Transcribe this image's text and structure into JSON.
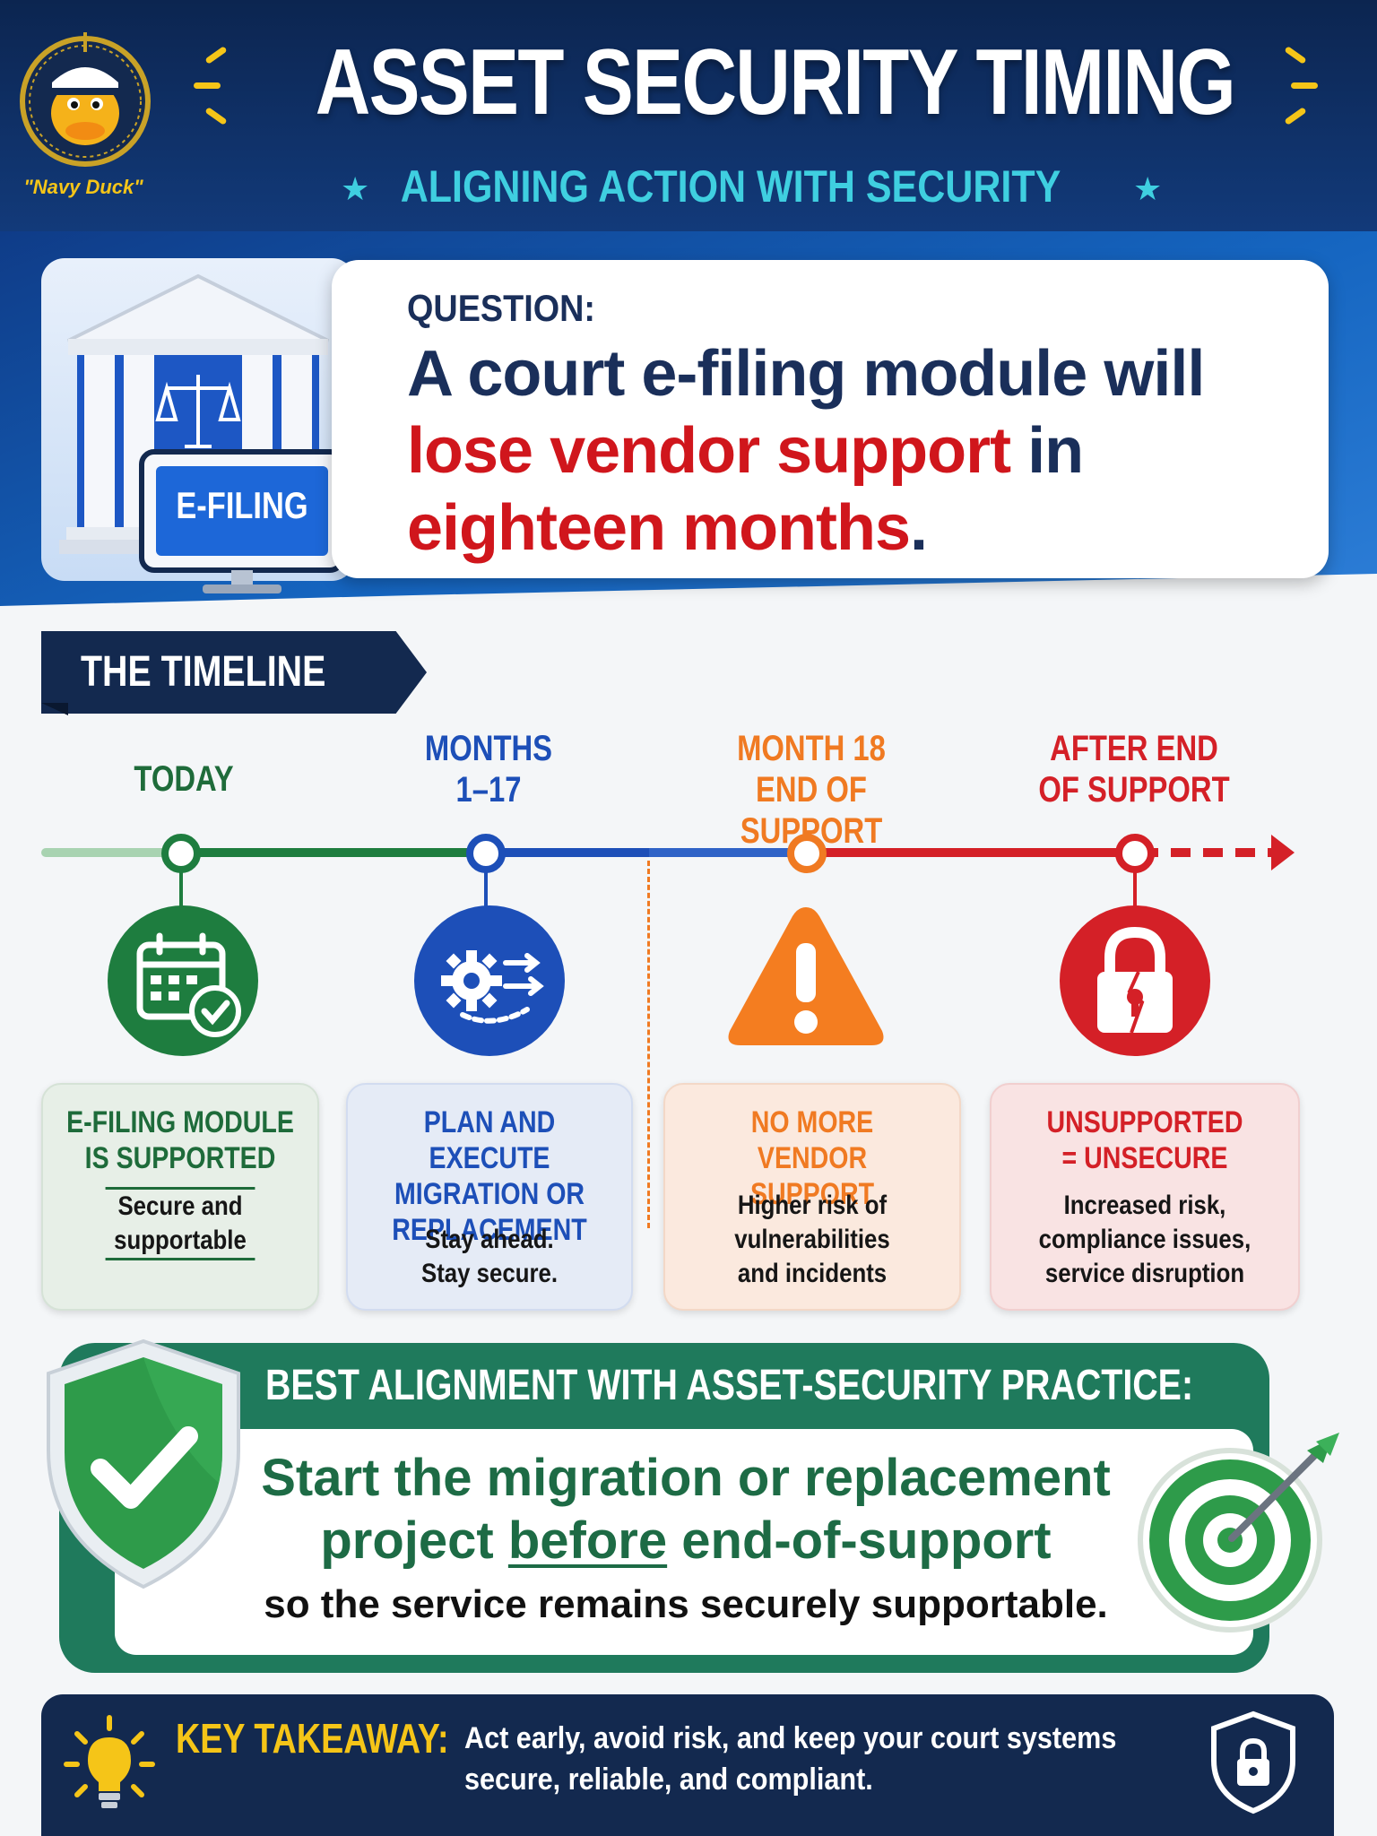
{
  "header": {
    "title": "ASSET SECURITY TIMING",
    "subtitle": "ALIGNING ACTION WITH SECURITY",
    "mascot_caption": "\"Navy Duck\""
  },
  "question": {
    "label": "QUESTION:",
    "text_part1": "A court e-filing module will ",
    "text_highlight": "lose vendor support",
    "text_part2": " in ",
    "text_highlight2": "eighteen months",
    "text_end": ".",
    "screen_label": "E-FILING"
  },
  "timeline": {
    "heading": "THE TIMELINE",
    "phases": [
      {
        "label_line1": "TODAY",
        "label_line2": "",
        "icon": "calendar-check-icon",
        "color": "#1e7d3f",
        "card_title": "E-FILING MODULE IS SUPPORTED",
        "card_body": "Secure and supportable"
      },
      {
        "label_line1": "MONTHS",
        "label_line2": "1–17",
        "icon": "gear-arrows-icon",
        "color": "#1d4fb8",
        "card_title": "PLAN AND EXECUTE MIGRATION OR REPLACEMENT",
        "card_body": "Stay ahead. Stay secure."
      },
      {
        "label_line1": "MONTH 18",
        "label_line2": "END OF SUPPORT",
        "icon": "warning-icon",
        "color": "#f07a22",
        "card_title": "NO MORE VENDOR SUPPORT",
        "card_body": "Higher risk of vulnerabilities and incidents"
      },
      {
        "label_line1": "AFTER END",
        "label_line2": "OF SUPPORT",
        "icon": "broken-lock-icon",
        "color": "#d42027",
        "card_title": "UNSUPPORTED = UNSECURE",
        "card_body": "Increased risk, compliance issues, service disruption"
      }
    ]
  },
  "best_practice": {
    "heading": "BEST ALIGNMENT WITH ASSET-SECURITY PRACTICE:",
    "line1": "Start the migration or replacement",
    "line2_pre": "project ",
    "line2_em": "before",
    "line2_post": " end-of-support",
    "line3": "so the service remains securely supportable."
  },
  "takeaway": {
    "label": "KEY TAKEAWAY:",
    "text": "Act early, avoid risk, and keep your court systems secure, reliable, and compliant."
  },
  "colors": {
    "navy": "#13294f",
    "accent_teal": "#3fcfe0",
    "accent_yellow": "#f5c518",
    "red": "#d0161c",
    "green": "#1f7a5c"
  }
}
